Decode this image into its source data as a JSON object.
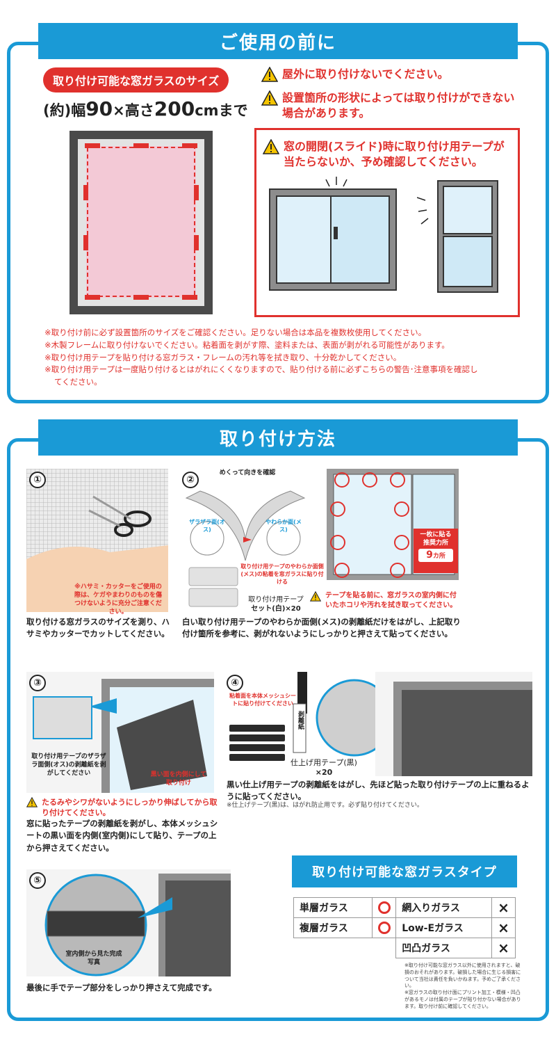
{
  "section1": {
    "title": "ご使用の前に",
    "size_label": "取り付け可能な窓ガラスのサイズ",
    "size": {
      "prefix": "(約)幅",
      "width": "90",
      "mid": "×高さ",
      "height": "200",
      "suffix": "cmまで"
    },
    "warnings": [
      "屋外に取り付けないでください。",
      "設置箇所の形状によっては取り付けができない場合があります。"
    ],
    "box_warning": "窓の開閉(スライド)時に取り付け用テープが当たらないか、予め確認してください。",
    "notes": [
      "※取り付け前に必ず設置箇所のサイズをご確認ください。足りない場合は本品を複数枚使用してください。",
      "※木製フレームに取り付けないでください。粘着面を剥がす際、塗料または、表面が剥がれる可能性があります。",
      "※取り付け用テープを貼り付ける窓ガラス・フレームの汚れ等を拭き取り、十分乾かしてください。",
      "※取り付け用テープは一度貼り付けるとはがれにくくなりますので、貼り付ける前に必ずこちらの警告･注意事項を確認し",
      "てください。"
    ]
  },
  "section2": {
    "title": "取り付け方法",
    "step1": {
      "num": "①",
      "caution": "※ハサミ・カッターをご使用の際は、ケガやまわりのものを傷つけないように充分ご注意ください。",
      "desc": "取り付ける窓ガラスのサイズを測り、ハサミやカッターでカットしてください。"
    },
    "step2": {
      "num": "②",
      "flip_label": "めくって向きを確認",
      "rough_label": "ザラザラ面(オス)",
      "soft_label": "やわらか面(メス)",
      "stick_note": "取り付け用テープのやわらか面側(メス)の粘着を窓ガラスに貼り付ける",
      "tape_label": "取り付け用テープ",
      "tape_count": "セット(白)×20",
      "warn": "テープを貼る前に、窓ガラスの室内側に付いたホコリや汚れを拭き取ってください。",
      "badge_line1": "一枚に貼る",
      "badge_line2": "推奨力所",
      "badge_num": "9",
      "badge_unit": "カ所",
      "desc": "白い取り付け用テープのやわらか面側(メス)の剥離紙だけをはがし、上記取り付け箇所を参考に、剥がれないようにしっかりと押さえて貼ってください。"
    },
    "step3": {
      "num": "③",
      "peel_label": "取り付け用テープのザラザラ面側(オス)の剥離紙を剥がしてください",
      "inner_label": "黒い面を内側にして取り付け",
      "warn": "たるみやシワがないようにしっかり伸ばしてから取り付けてください。",
      "desc": "窓に貼ったテープの剥離紙を剥がし、本体メッシュシートの黒い面を内側(室内側)にして貼り、テープの上から押さえてください。"
    },
    "step4": {
      "num": "④",
      "adhesive_label": "粘着面を本体メッシュシートに貼り付けてください",
      "release_label": "剥離紙",
      "tape_label": "仕上げ用テープ(黒)",
      "tape_count": "×20",
      "desc": "黒い仕上げ用テープの剥離紙をはがし、先ほど貼った取り付けテープの上に重ねるように貼ってください。",
      "note": "※仕上げテープ(黒)は、はがれ防止用です。必ず貼り付けてください。"
    },
    "step5": {
      "num": "⑤",
      "photo_label": "室内側から見た完成写真",
      "desc": "最後に手でテープ部分をしっかり押さえて完成です。"
    },
    "glass": {
      "title": "取り付け可能な窓ガラスタイプ",
      "rows": [
        {
          "left": "単層ガラス",
          "left_mark": "○",
          "right": "網入りガラス",
          "right_mark": "×"
        },
        {
          "left": "複層ガラス",
          "left_mark": "○",
          "right": "Low-Eガラス",
          "right_mark": "×"
        },
        {
          "left": "",
          "left_mark": "",
          "right": "凹凸ガラス",
          "right_mark": "×"
        }
      ],
      "notes": "※取り付け可能な窓ガラス以外に使用されますと、破損のおそれがあります。破損した場合に生じる損害について当社は責任を負いかねます。予めご了承ください。\n※窓ガラスの取り付け面にプリント加工・模様・凹凸があるモノは付属のテープが貼り付かない場合があります。取り付け前に確認してください。"
    },
    "colors": {
      "accent": "#1a9ad6",
      "warn": "#e0312d"
    }
  }
}
